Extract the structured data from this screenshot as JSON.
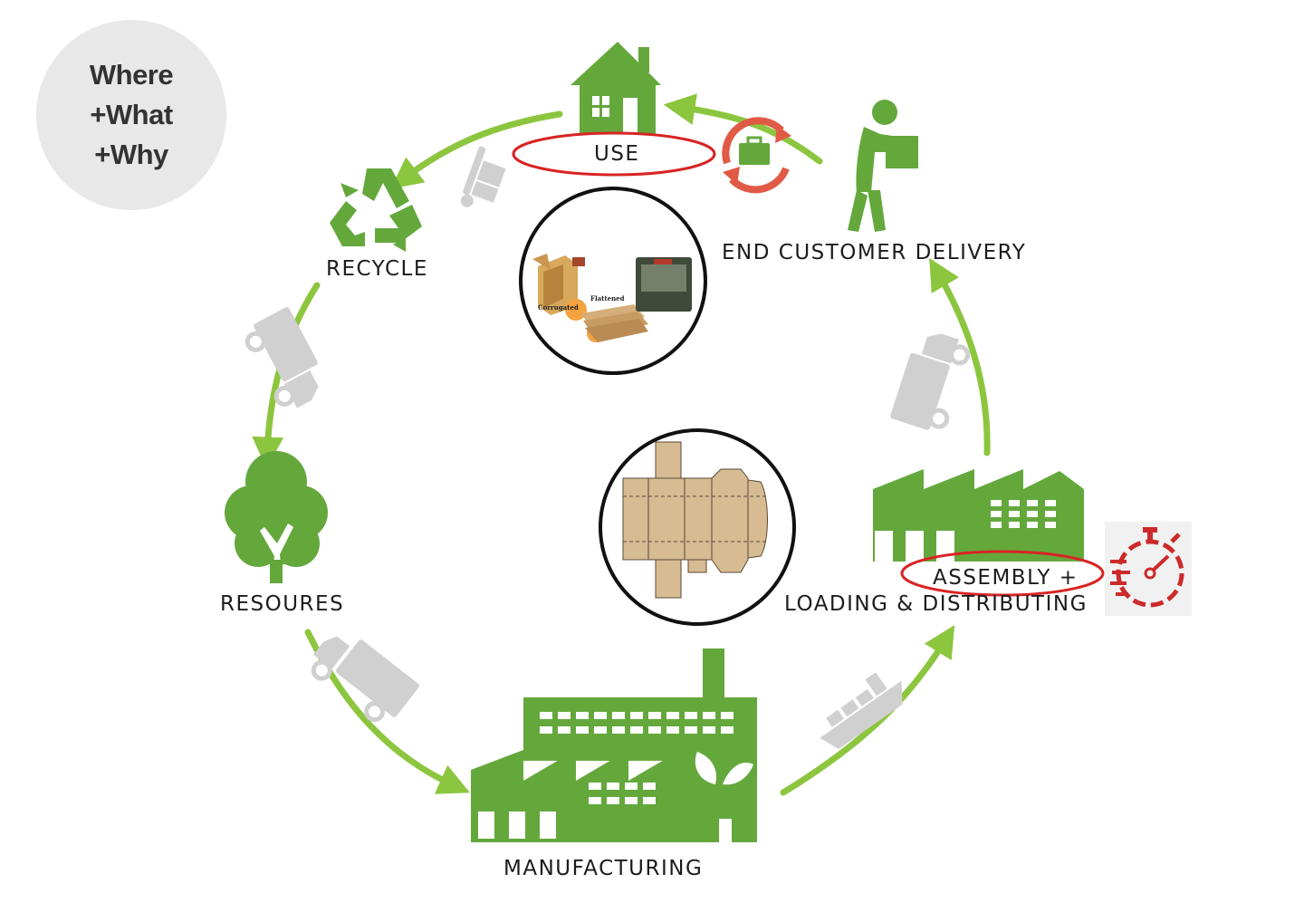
{
  "badge": {
    "lines": [
      "Where",
      "+What",
      "+Why"
    ]
  },
  "stages": {
    "use": "USE",
    "delivery": "END CUSTOMER DELIVERY",
    "recycle": "RECYCLE",
    "resources": "RESOURES",
    "manufacturing": "MANUFACTURING",
    "assembly": "ASSEMBLY +",
    "loading": "LOADING & DISTRIBUTING"
  },
  "inset_use": {
    "label_corrugated": "Corrugated",
    "label_flattened": "Flattened"
  },
  "highlighted_stages": [
    "USE",
    "ASSEMBLY +"
  ],
  "colors": {
    "green": "#64a83c",
    "arrow": "#8cc63f",
    "icon_gray": "#d0d0d0",
    "highlight_red": "#d92323",
    "timer_red": "#cc2a2a"
  },
  "icons": [
    "house-icon",
    "delivery-person-icon",
    "recycle-icon",
    "tree-icon",
    "factory-icon",
    "warehouse-icon",
    "stopwatch-icon",
    "toolbox-refresh-icon",
    "truck-icon",
    "ship-icon",
    "hand-truck-icon",
    "box-dieline-icon"
  ]
}
